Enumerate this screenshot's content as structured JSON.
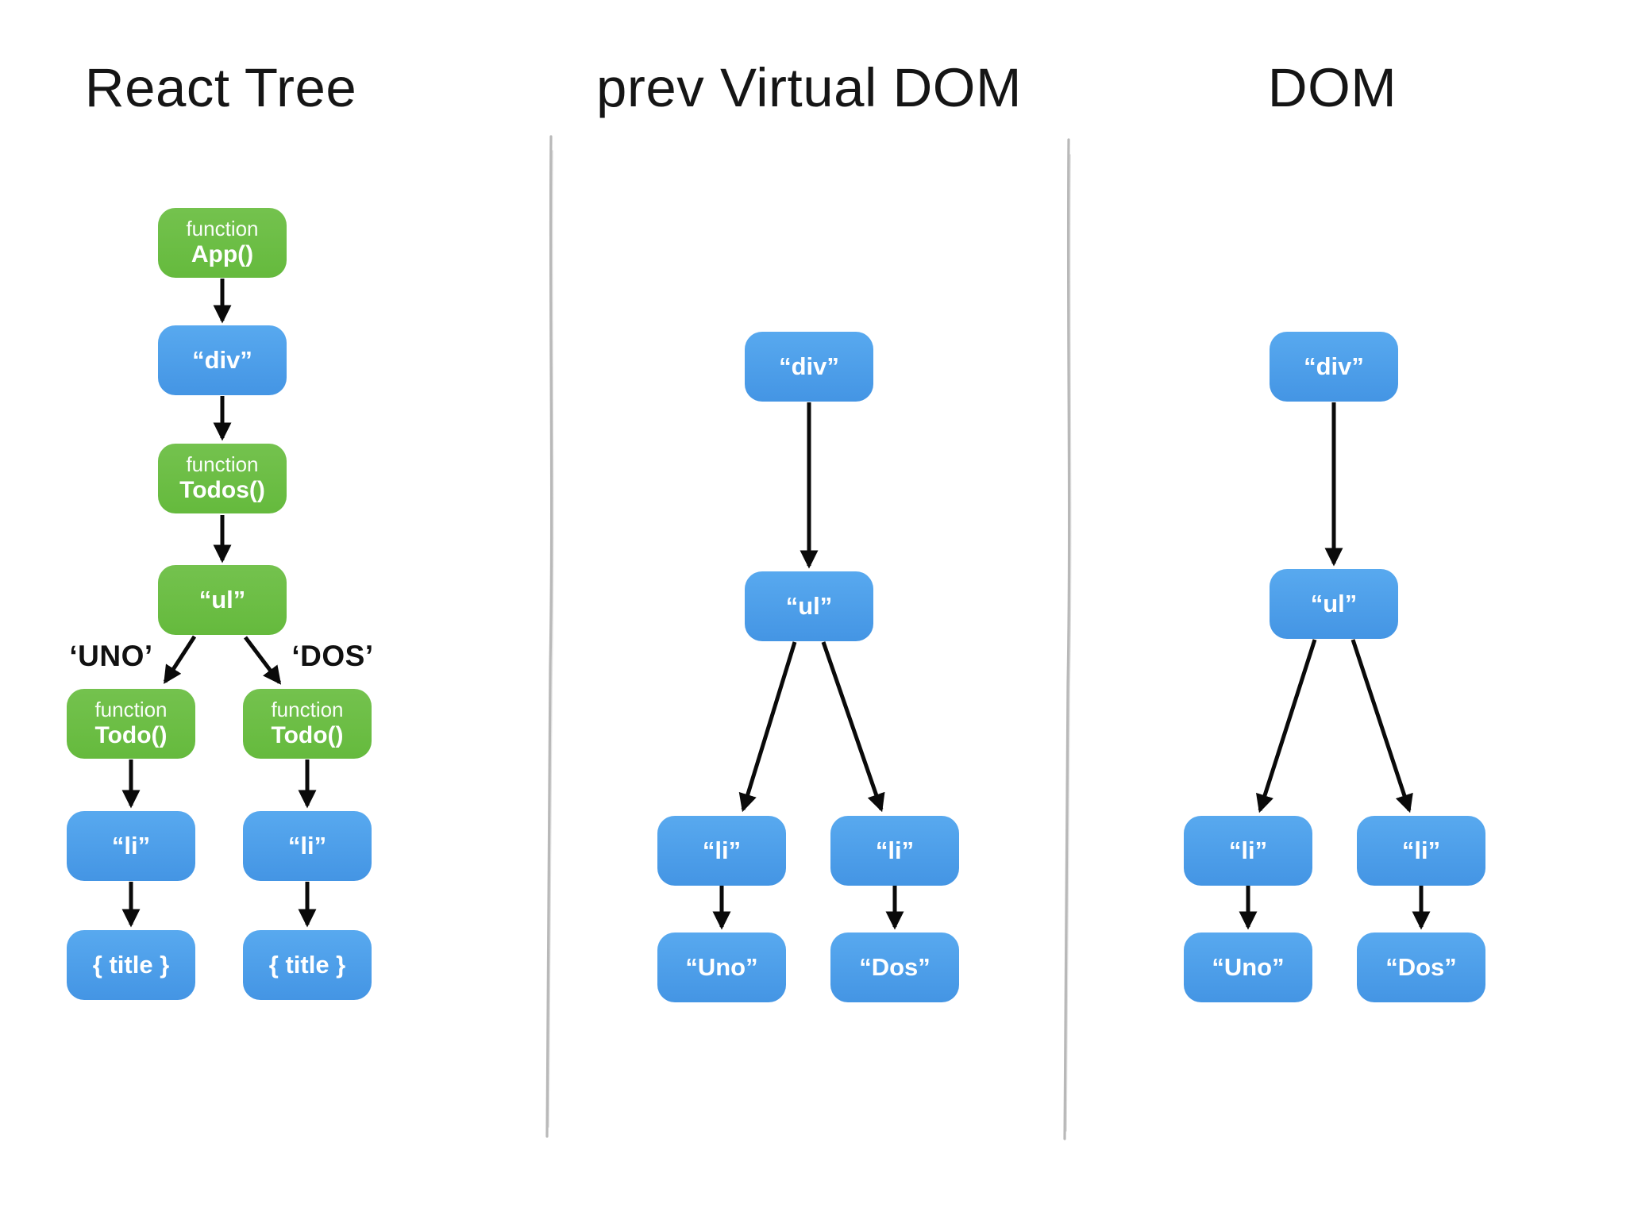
{
  "canvas": {
    "background": "#ffffff"
  },
  "colors": {
    "node_blue_top": "#58a9ef",
    "node_blue_bottom": "#4495e4",
    "node_green_top": "#74c24e",
    "node_green_bottom": "#65ba3d",
    "node_text": "#ffffff",
    "arrow": "#0a0a0a",
    "divider": "#a8a8a8",
    "title_text": "#151515",
    "edge_label_text": "#111111"
  },
  "columns": [
    {
      "id": "react-tree",
      "title": "React Tree"
    },
    {
      "id": "prev-virtual-dom",
      "title": "prev Virtual DOM"
    },
    {
      "id": "dom",
      "title": "DOM"
    }
  ],
  "edge_labels": [
    {
      "id": "uno",
      "text": "‘UNO’"
    },
    {
      "id": "dos",
      "text": "‘DOS’"
    }
  ],
  "nodes": [
    {
      "id": "react-app",
      "column": "react-tree",
      "color": "green_or_blue:blue",
      "line1": "function",
      "line2": "App()"
    },
    {
      "id": "react-div",
      "column": "react-tree",
      "color": "blue",
      "label": "“div”"
    },
    {
      "id": "react-todos",
      "column": "react-tree",
      "color": "green",
      "line1": "function",
      "line2": "Todos()"
    },
    {
      "id": "react-ul",
      "column": "react-tree",
      "color": "green",
      "label": "“ul”"
    },
    {
      "id": "react-todo-uno",
      "column": "react-tree",
      "color": "green",
      "line1": "function",
      "line2": "Todo()"
    },
    {
      "id": "react-todo-dos",
      "column": "react-tree",
      "color": "green",
      "line1": "function",
      "line2": "Todo()"
    },
    {
      "id": "react-li-uno",
      "column": "react-tree",
      "color": "blue",
      "label": "“li”"
    },
    {
      "id": "react-li-dos",
      "column": "react-tree",
      "color": "blue",
      "label": "“li”"
    },
    {
      "id": "react-title-uno",
      "column": "react-tree",
      "color": "blue",
      "label": "{ title }"
    },
    {
      "id": "react-title-dos",
      "column": "react-tree",
      "color": "blue",
      "label": "{ title }"
    },
    {
      "id": "vdom-div",
      "column": "prev-virtual-dom",
      "color": "blue",
      "label": "“div”"
    },
    {
      "id": "vdom-ul",
      "column": "prev-virtual-dom",
      "color": "blue",
      "label": "“ul”"
    },
    {
      "id": "vdom-li-uno",
      "column": "prev-virtual-dom",
      "color": "blue",
      "label": "“li”"
    },
    {
      "id": "vdom-li-dos",
      "column": "prev-virtual-dom",
      "color": "blue",
      "label": "“li”"
    },
    {
      "id": "vdom-uno",
      "column": "prev-virtual-dom",
      "color": "blue",
      "label": "“Uno”"
    },
    {
      "id": "vdom-dos",
      "column": "prev-virtual-dom",
      "color": "blue",
      "label": "“Dos”"
    },
    {
      "id": "dom-div",
      "column": "dom",
      "color": "blue",
      "label": "“div”"
    },
    {
      "id": "dom-ul",
      "column": "dom",
      "color": "blue",
      "label": "“ul”"
    },
    {
      "id": "dom-li-uno",
      "column": "dom",
      "color": "blue",
      "label": "“li”"
    },
    {
      "id": "dom-li-dos",
      "column": "dom",
      "color": "blue",
      "label": "“li”"
    },
    {
      "id": "dom-uno",
      "column": "dom",
      "color": "blue",
      "label": "“Uno”"
    },
    {
      "id": "dom-dos",
      "column": "dom",
      "color": "blue",
      "label": "“Dos”"
    }
  ]
}
